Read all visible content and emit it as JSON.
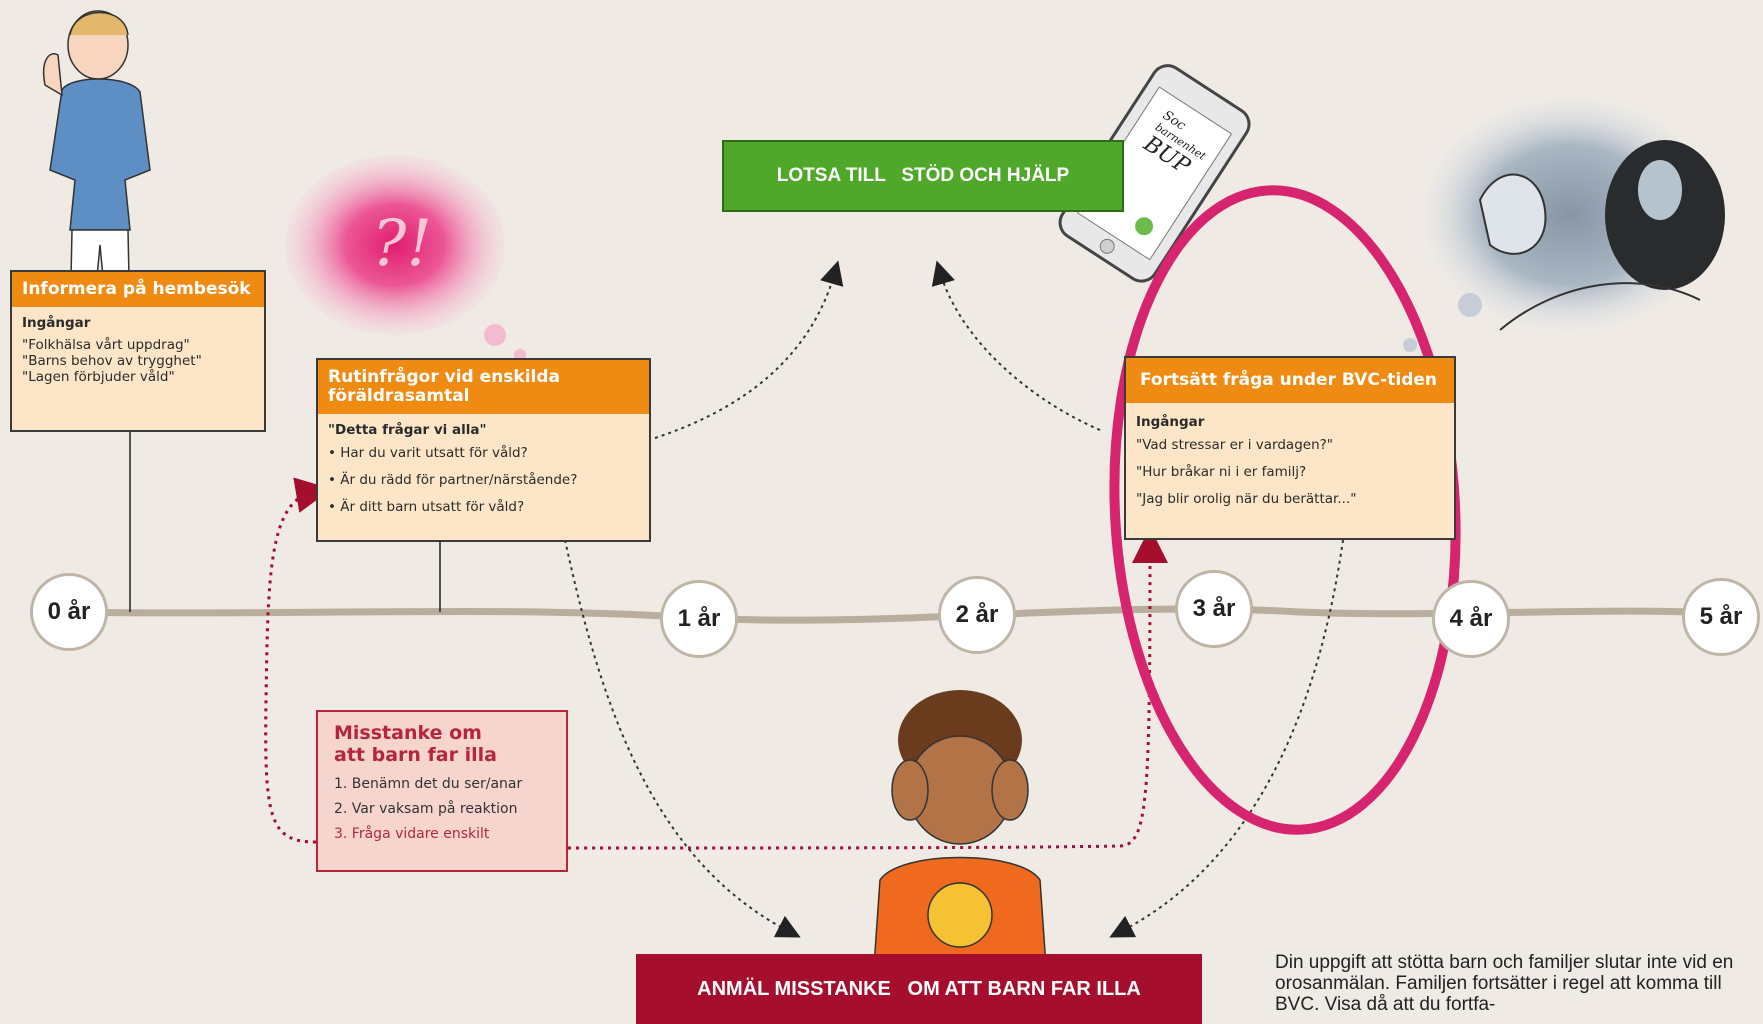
{
  "banners": {
    "support": "LOTSA TILL   STÖD OCH HJÄLP",
    "report": "ANMÄL MISSTANKE   OM ATT BARN FAR ILLA"
  },
  "phone": {
    "line1": "Soc",
    "line2": "barnenhet",
    "line3": "BUP"
  },
  "timeline": [
    "0 år",
    "1 år",
    "2 år",
    "3 år",
    "4 år",
    "5 år"
  ],
  "box_home": {
    "title": "Informera på hembesök",
    "label": "Ingångar",
    "items": [
      "\"Folkhälsa vårt uppdrag\"",
      "\"Barns behov av trygghet\"",
      "\"Lagen förbjuder våld\""
    ]
  },
  "box_routine": {
    "title_1": "Rutinfrågor vid enskilda",
    "title_2": "föräldrasamtal",
    "label": "\"Detta frågar vi alla\"",
    "items": [
      "• Har du varit utsatt för våld?",
      "• Är du rädd för partner/närstående?",
      "• Är ditt barn utsatt för våld?"
    ]
  },
  "box_continue": {
    "title": "Fortsätt fråga under BVC-tiden",
    "label": "Ingångar",
    "items": [
      "\"Vad stressar er i vardagen?\"",
      "\"Hur bråkar ni i er familj?",
      "\"Jag blir orolig när du berättar...\""
    ]
  },
  "box_suspicion": {
    "title_1": "Misstanke om",
    "title_2": "att barn far illa",
    "items": [
      "1. Benämn det du ser/anar",
      "2. Var vaksam på reaktion",
      "3. Fråga vidare enskilt"
    ]
  },
  "note": "Din uppgift att stötta barn och familjer slutar inte vid en orosanmälan. Familjen fortsätter i regel att komma till BVC. Visa då att du fortfa-",
  "colors": {
    "orange": "#ef8a12",
    "green": "#4fa82a",
    "crimson": "#a50e2d",
    "highlight_ellipse": "#d6246e"
  }
}
